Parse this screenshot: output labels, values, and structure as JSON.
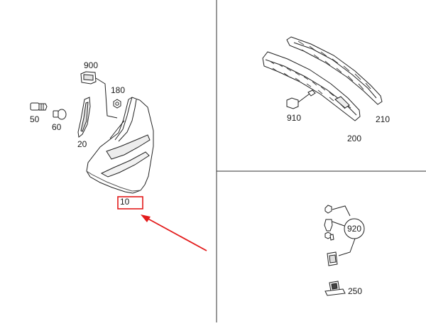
{
  "parts": {
    "p10": "10",
    "p20": "20",
    "p50": "50",
    "p60": "60",
    "p180": "180",
    "p900": "900",
    "p200": "200",
    "p210": "210",
    "p910": "910",
    "p920": "920",
    "p250": "250"
  },
  "highlight": {
    "part": "10",
    "box_color": "#e31b1b",
    "arrow_color": "#e31b1b"
  }
}
